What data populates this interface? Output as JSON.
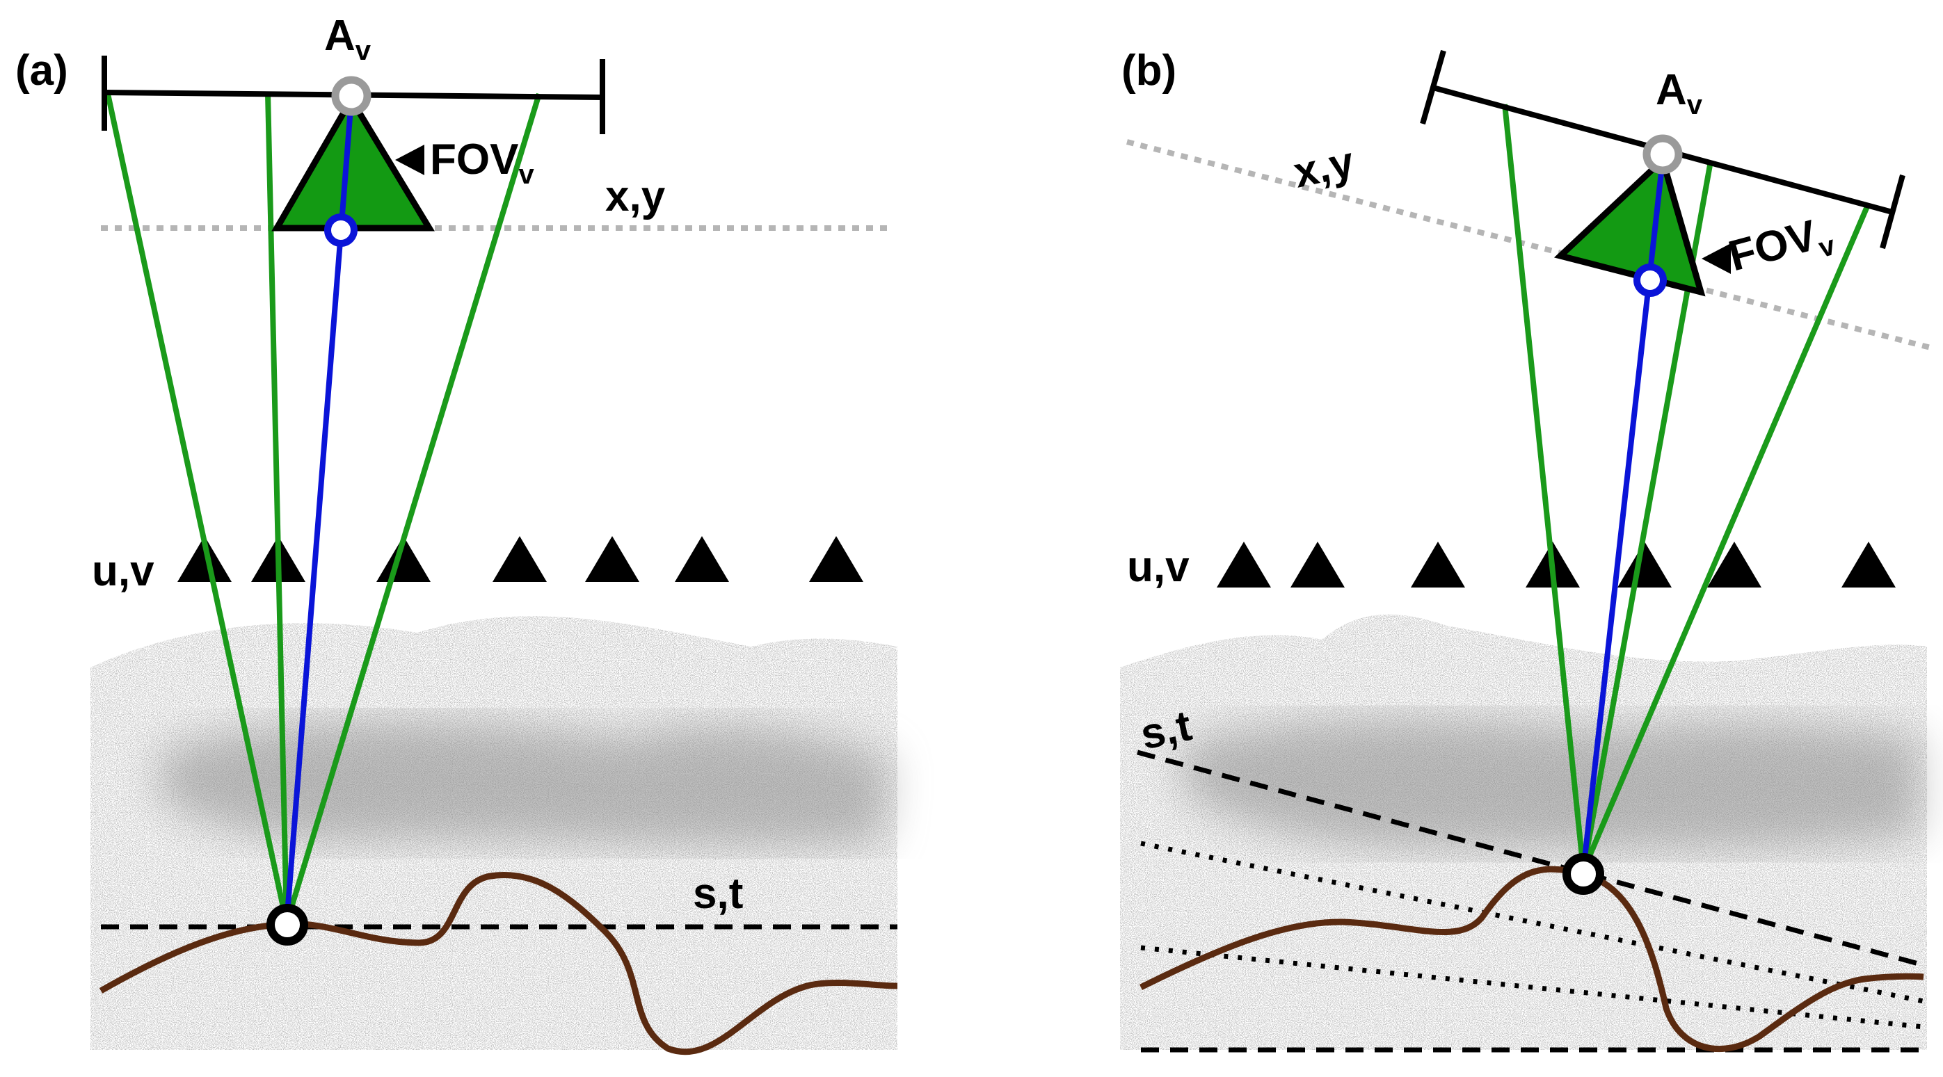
{
  "panels": [
    {
      "panel_label": "(a)",
      "camera_label": "A",
      "camera_sub": "v",
      "fov_label": "FOV",
      "fov_sub": "v",
      "plane_xy": "x,y",
      "plane_uv": "u,v",
      "plane_st": "s,t"
    },
    {
      "panel_label": "(b)",
      "camera_label": "A",
      "camera_sub": "v",
      "fov_label": "FOV",
      "fov_sub": "v",
      "plane_xy": "x,y",
      "plane_uv": "u,v",
      "plane_st": "s,t"
    }
  ],
  "colors": {
    "ray": "#1a9a1a",
    "principal_ray": "#0a14d8",
    "camera_fill": "#139a13",
    "focal_point": "#0a14d8",
    "camera_center": "#9a9a9a",
    "terrain": "#5a2a10",
    "foliage": "#9a9a9a",
    "plane_xy": "#b5b5b5"
  }
}
